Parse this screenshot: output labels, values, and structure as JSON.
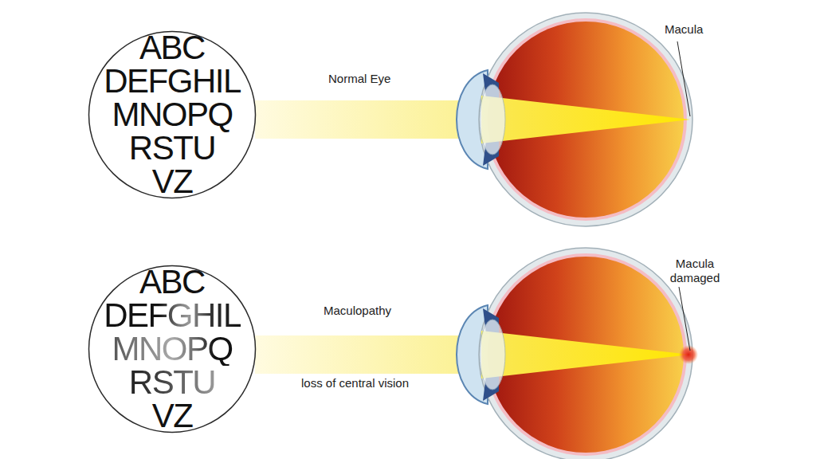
{
  "diagram": {
    "nodes": [
      {
        "text": [
          "ABC",
          "DEFGHIL",
          "MNOPQ",
          "RSTU",
          "VZ"
        ]
      },
      {
        "text": [
          "ABC",
          "DEFGHIL",
          "MNOPQ",
          "RSTU",
          "VZ"
        ]
      }
    ],
    "labels": [
      "Normal Eye",
      "Macula",
      "Maculopathy",
      "loss of central vision",
      "Macula damaged"
    ]
  }
}
